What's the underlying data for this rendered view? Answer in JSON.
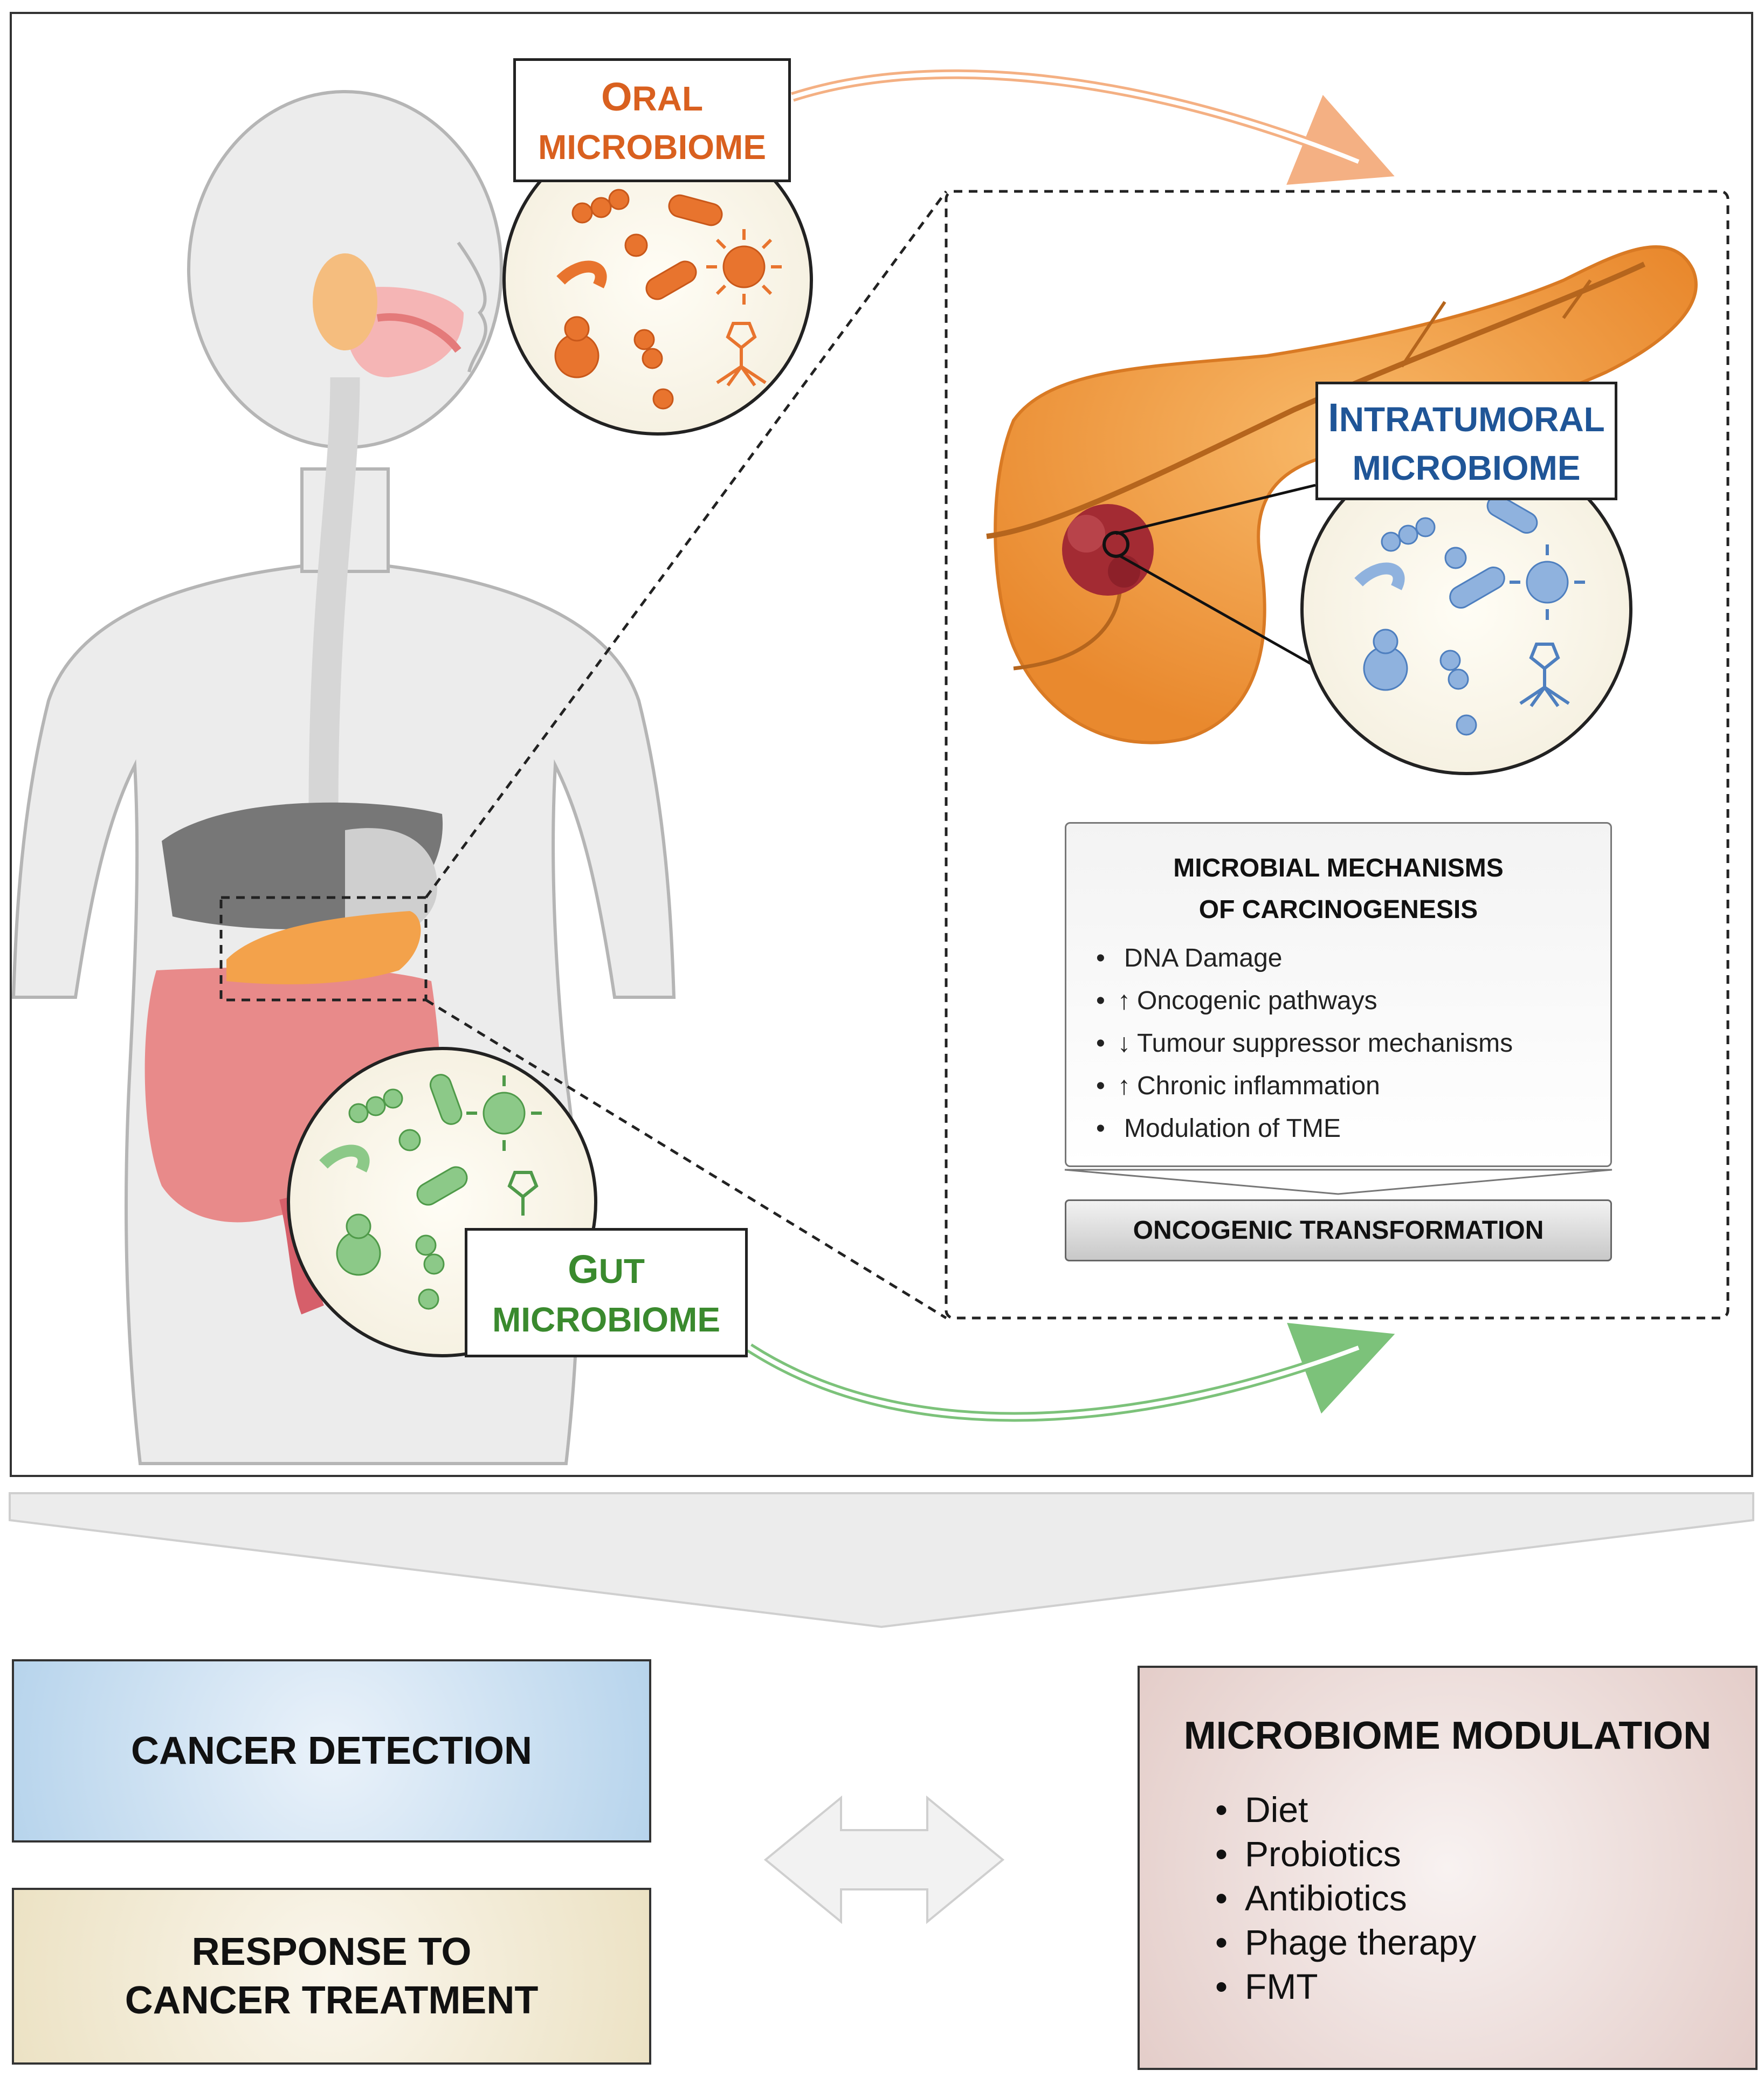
{
  "labels": {
    "oral": {
      "line1_big": "O",
      "line1_rest": "RAL",
      "line2": "MICROBIOME"
    },
    "intratumoral": {
      "line1_big": "I",
      "line1_rest": "NTRATUMORAL",
      "line2": "MICROBIOME"
    },
    "gut": {
      "line1_big": "G",
      "line1_rest": "UT",
      "line2": "MICROBIOME"
    }
  },
  "mechanisms": {
    "title_line1": "MICROBIAL MECHANISMS",
    "title_line2": "OF CARCINOGENESIS",
    "items": [
      {
        "arrow": "",
        "text": "DNA Damage"
      },
      {
        "arrow": "↑",
        "text": "Oncogenic pathways"
      },
      {
        "arrow": "↓",
        "text": "Tumour suppressor mechanisms"
      },
      {
        "arrow": "↑",
        "text": "Chronic inflammation"
      },
      {
        "arrow": "",
        "text": "Modulation of TME"
      }
    ],
    "result": "ONCOGENIC TRANSFORMATION"
  },
  "bottom": {
    "detection": "CANCER DETECTION",
    "response_line1": "RESPONSE TO",
    "response_line2": "CANCER TREATMENT",
    "modulation_title": "MICROBIOME MODULATION",
    "modulation_items": [
      "Diet",
      "Probiotics",
      "Antibiotics",
      "Phage therapy",
      "FMT"
    ]
  },
  "colors": {
    "oral": "#d9601f",
    "intratumoral": "#1f5597",
    "gut": "#3a8a2e",
    "pancreas": "#f3a24b",
    "tumour": "#a32b33"
  }
}
